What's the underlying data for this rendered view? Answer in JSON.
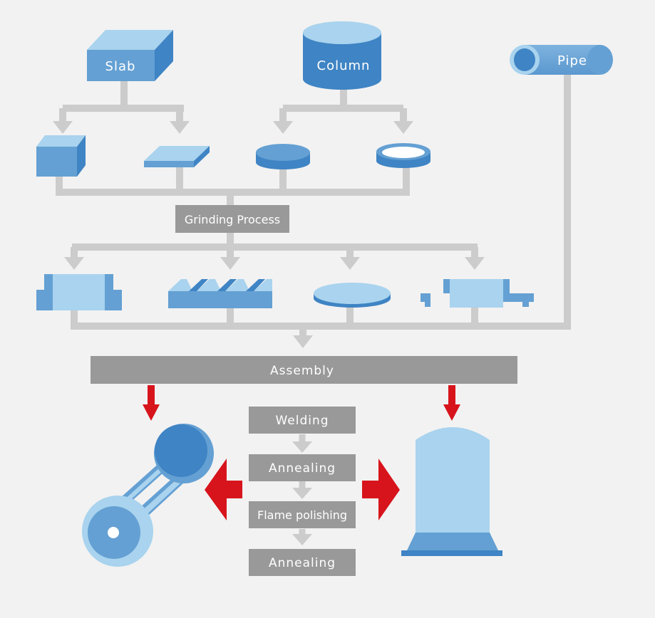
{
  "sources": {
    "slab": "Slab",
    "column": "Column",
    "pipe": "Pipe"
  },
  "process": {
    "grinding": "Grinding Process",
    "assembly": "Assembly"
  },
  "steps": [
    "Welding",
    "Annealing",
    "Flame polishing",
    "Annealing"
  ],
  "colors": {
    "background": "#f2f2f2",
    "connector": "#cccccc",
    "process_box": "#999999",
    "arrow_red": "#d7141c",
    "blue_dark": "#3f84c4",
    "blue_mid": "#64a0d3",
    "blue_light": "#a9d3ee"
  }
}
